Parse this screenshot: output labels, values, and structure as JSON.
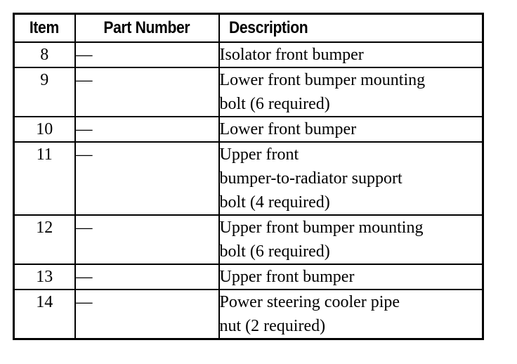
{
  "table": {
    "columns": [
      "Item",
      "Part Number",
      "Description"
    ],
    "rows": [
      {
        "item": "8",
        "part_number": "—",
        "description": "Isolator front bumper",
        "height_class": "r-h40"
      },
      {
        "item": "9",
        "part_number": "—",
        "description": "Lower front bumper mounting\nbolt (6 required)",
        "height_class": "r-h74"
      },
      {
        "item": "10",
        "part_number": "—",
        "description": "Lower front bumper",
        "height_class": "r-h40"
      },
      {
        "item": "11",
        "part_number": "—",
        "description": "Upper front\nbumper-to-radiator support\nbolt (4 required)",
        "height_class": "r-h102"
      },
      {
        "item": "12",
        "part_number": "—",
        "description": "Upper front bumper mounting\nbolt (6 required)",
        "height_class": "r-h74"
      },
      {
        "item": "13",
        "part_number": "—",
        "description": "Upper front bumper",
        "height_class": "r-h40"
      },
      {
        "item": "14",
        "part_number": "—",
        "description": "Power steering cooler pipe\nnut (2 required)",
        "height_class": "r-h74"
      }
    ]
  },
  "colors": {
    "page_background": "#ffffff",
    "table_background": "#ffffff",
    "border": "#000000",
    "text": "#000000"
  }
}
